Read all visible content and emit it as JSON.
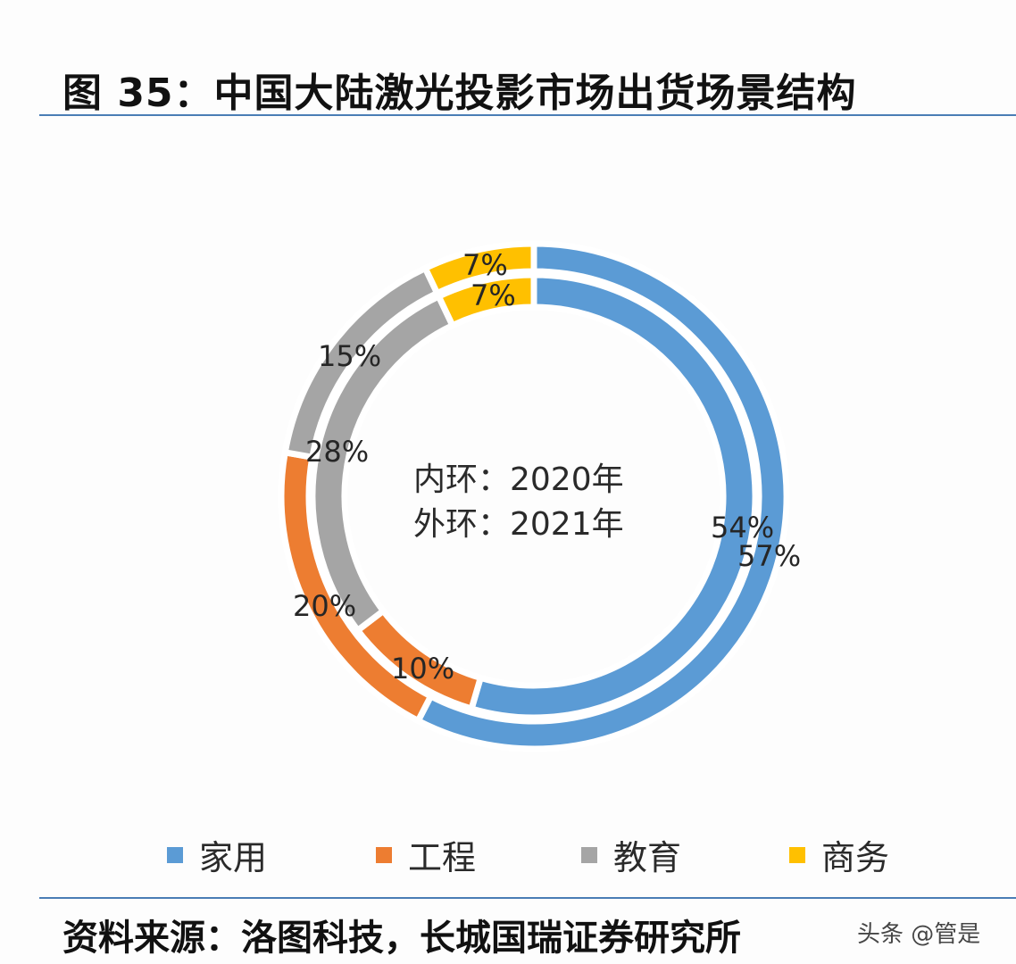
{
  "header": {
    "title": "图 35：中国大陆激光投影市场出货场景结构"
  },
  "center": {
    "inner_label": "内环：2020年",
    "outer_label": "外环：2021年"
  },
  "legend": [
    {
      "label": "家用",
      "color": "#5b9bd5"
    },
    {
      "label": "工程",
      "color": "#ed7d31"
    },
    {
      "label": "教育",
      "color": "#a5a5a5"
    },
    {
      "label": "商务",
      "color": "#ffc000"
    }
  ],
  "footer": {
    "source": "资料来源：洛图科技，长城国瑞证券研究所",
    "watermark": "头条 @管是"
  },
  "labels": {
    "outer_home": "57%",
    "inner_home": "54%",
    "outer_eng": "20%",
    "inner_eng": "10%",
    "outer_edu": "15%",
    "inner_edu": "28%",
    "outer_biz": "7%",
    "inner_biz": "7%"
  },
  "chart_data": {
    "type": "pie",
    "subtype": "double-donut",
    "title": "图 35：中国大陆激光投影市场出货场景结构",
    "categories": [
      "家用",
      "工程",
      "教育",
      "商务"
    ],
    "series": [
      {
        "name": "2020年 (内环)",
        "ring": "inner",
        "values": [
          54,
          10,
          28,
          7
        ]
      },
      {
        "name": "2021年 (外环)",
        "ring": "outer",
        "values": [
          57,
          20,
          15,
          7
        ]
      }
    ],
    "colors": [
      "#5b9bd5",
      "#ed7d31",
      "#a5a5a5",
      "#ffc000"
    ],
    "unit": "%",
    "legend_position": "bottom",
    "annotations": [
      "内环：2020年",
      "外环：2021年"
    ],
    "source": "资料来源：洛图科技，长城国瑞证券研究所"
  }
}
